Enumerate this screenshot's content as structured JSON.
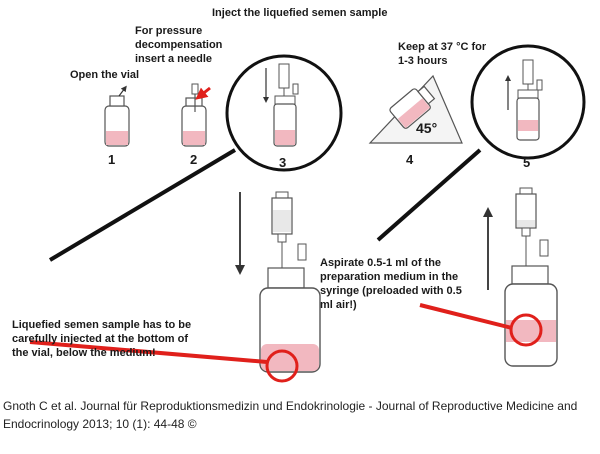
{
  "title": "Inject the liquefied semen sample",
  "labels": {
    "open_vial": "Open the vial",
    "pressure": "For pressure decompensation insert a needle",
    "keep_warm": "Keep at 37 °C for 1-3 hours",
    "angle": "45°",
    "liquefied": "Liquefied semen sample has to be carefully injected at the bottom of the vial, below the medium!",
    "aspirate": "Aspirate 0.5-1 ml of the preparation medium in the syringe (preloaded with 0.5 ml air!)"
  },
  "steps": [
    "1",
    "2",
    "3",
    "4",
    "5"
  ],
  "citation": "Gnoth C et al. Journal für Reproduktionsmedizin und Endokrinologie - Journal of Reproductive Medicine and Endocrinology 2013; 10 (1): 44-48 ©",
  "colors": {
    "medium": "#f2b8c0",
    "annotation_red": "#e0201b",
    "outline": "#555555"
  }
}
